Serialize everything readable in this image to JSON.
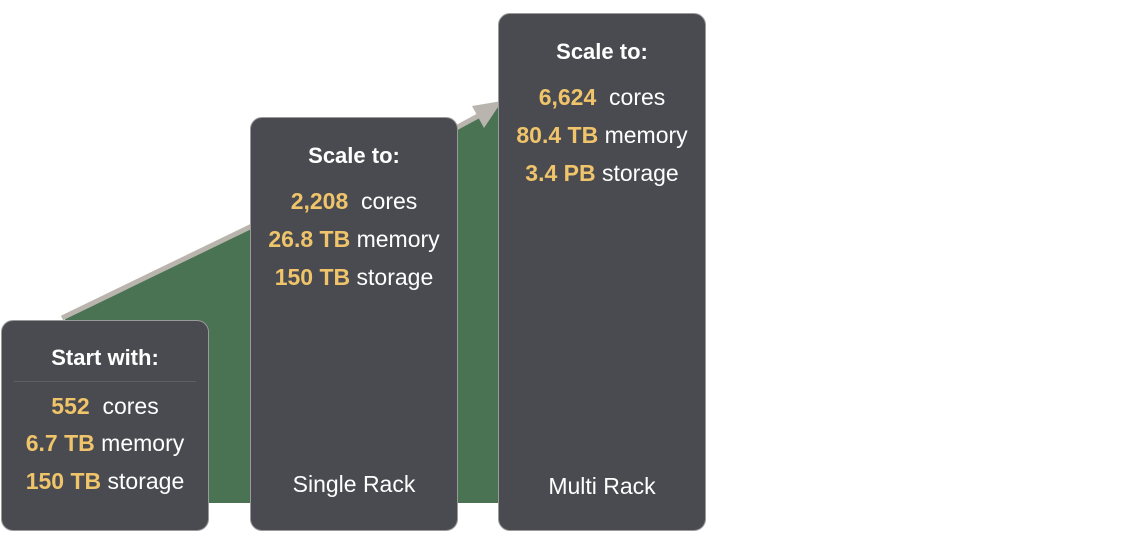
{
  "colors": {
    "card_bg": "#4a4b50",
    "highlight": "#f0c46a",
    "growth_area": "#497353",
    "arrow": "#b9b4ad"
  },
  "cards": [
    {
      "title": "Start with:",
      "stats": [
        {
          "value": "552",
          "label": "cores"
        },
        {
          "value": "6.7 TB",
          "label": "memory"
        },
        {
          "value": "150 TB",
          "label": "storage"
        }
      ],
      "footer": ""
    },
    {
      "title": "Scale to:",
      "stats": [
        {
          "value": "2,208",
          "label": "cores"
        },
        {
          "value": "26.8 TB",
          "label": "memory"
        },
        {
          "value": "150 TB",
          "label": "storage"
        }
      ],
      "footer": "Single Rack"
    },
    {
      "title": "Scale to:",
      "stats": [
        {
          "value": "6,624",
          "label": "cores"
        },
        {
          "value": "80.4 TB",
          "label": "memory"
        },
        {
          "value": "3.4 PB",
          "label": "storage"
        }
      ],
      "footer": "Multi Rack"
    }
  ]
}
